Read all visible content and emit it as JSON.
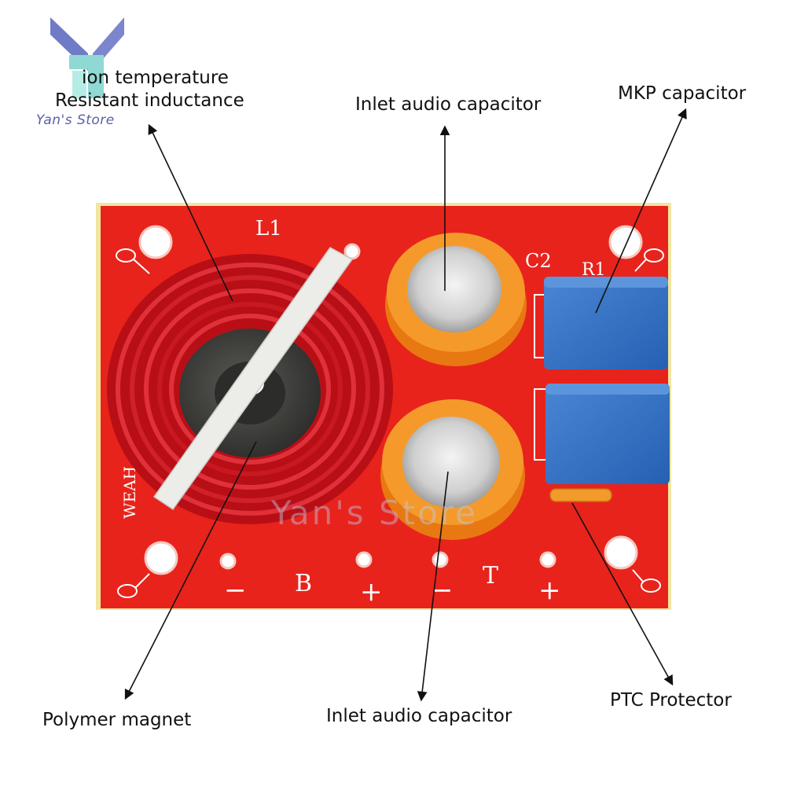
{
  "brand": {
    "logo_text": "Yan's Store",
    "watermark_text": "Yan's Store"
  },
  "annotations": {
    "high_temp_line1": "ion temperature",
    "high_temp_line2": "Resistant inductance",
    "inlet_top": "Inlet audio capacitor",
    "mkp": "MKP capacitor",
    "polymer": "Polymer magnet",
    "inlet_bottom": "Inlet audio capacitor",
    "ptc": "PTC Protector"
  },
  "board": {
    "silk_l1": "L1",
    "silk_c2": "C2",
    "silk_r1": "R1",
    "silk_weah": "WEAH",
    "terminals": [
      "−",
      "B",
      "+",
      "−",
      "T",
      "+"
    ]
  },
  "colors": {
    "pcb": "#e8231c",
    "copper_wire": "#c8141a",
    "capacitor_sleeve": "#f08c1e",
    "mkp_box": "#2f6fc2",
    "core": "#3a3a38"
  }
}
